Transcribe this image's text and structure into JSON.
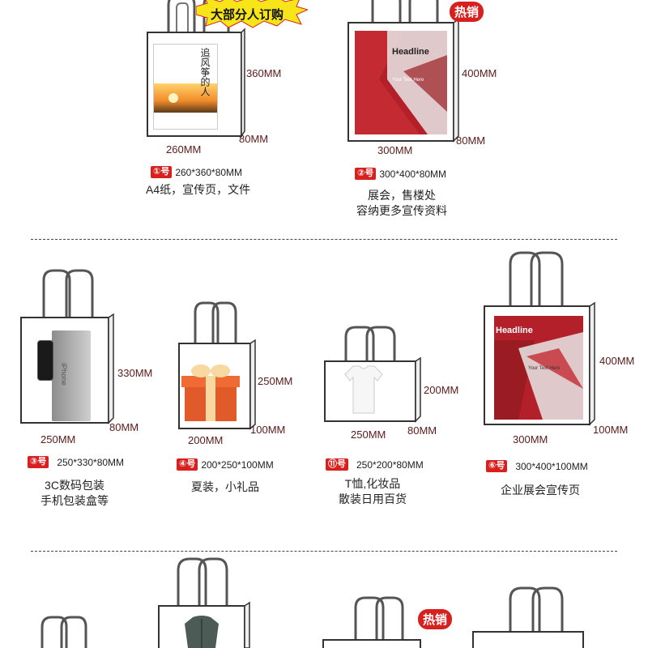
{
  "banner_tag": "大部分人订购",
  "hot_tag": "热销",
  "colors": {
    "accent": "#d8201f",
    "burst": "#f7e51a",
    "dim_text": "#5a1a1a",
    "poster_red": "#b3202a"
  },
  "row1": [
    {
      "badge": "①号",
      "spec": "260*360*80MM",
      "width": "260MM",
      "height": "360MM",
      "depth": "80MM",
      "use_lines": [
        "A4纸，宣传页，文件"
      ],
      "book_title": "追风筝的人"
    },
    {
      "badge": "②号",
      "spec": "300*400*80MM",
      "width": "300MM",
      "height": "400MM",
      "depth": "80MM",
      "use_lines": [
        "展会，售楼处",
        "容纳更多宣传资料"
      ],
      "poster_headline": "Headline",
      "poster_sub": "Your Text Here"
    }
  ],
  "row2": [
    {
      "badge": "③号",
      "spec": "250*330*80MM",
      "width": "250MM",
      "height": "330MM",
      "depth": "80MM",
      "use_lines": [
        "3C数码包装",
        "手机包装盒等"
      ],
      "product_text": "iPhone"
    },
    {
      "badge": "④号",
      "spec": "200*250*100MM",
      "width": "200MM",
      "height": "250MM",
      "depth": "100MM",
      "use_lines": [
        "夏装，小礼品"
      ]
    },
    {
      "badge": "⑪号",
      "spec": "250*200*80MM",
      "width": "250MM",
      "height": "200MM",
      "depth": "80MM",
      "use_lines": [
        "T恤,化妆品",
        "散装日用百货"
      ]
    },
    {
      "badge": "⑥号",
      "spec": "300*400*100MM",
      "width": "300MM",
      "height": "400MM",
      "depth": "100MM",
      "use_lines": [
        "企业展会宣传页"
      ],
      "poster_headline": "Headline",
      "poster_sub": "Your Text Here"
    }
  ]
}
